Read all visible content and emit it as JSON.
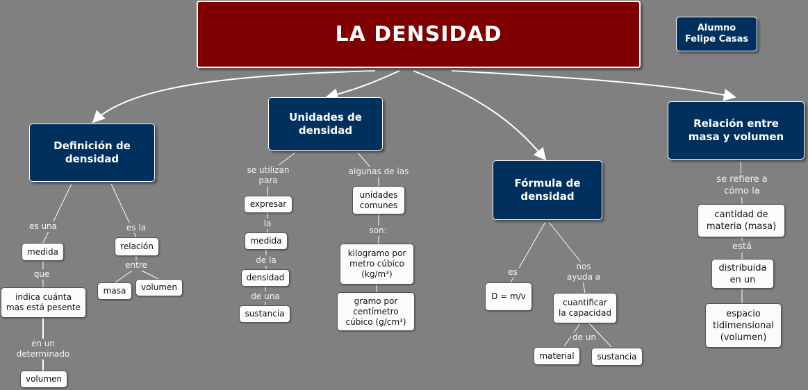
{
  "title": "LA DENSIDAD",
  "author": "Alumno\nFelipe Casas",
  "colors": {
    "background": "#808080",
    "title": "#7f0000",
    "concept": "#00305e",
    "leaf": "#fafbfd"
  },
  "concepts": {
    "definicion": "Definición de\ndensidad",
    "unidades": "Unidades de\ndensidad",
    "formula": "Fórmula de\ndensidad",
    "relacion": "Relación entre\nmasa y volumen"
  },
  "definicion": {
    "link_es_una": "es una",
    "medida": "medida",
    "link_que": "que",
    "indica": "indica cuánta\nmas está pesente",
    "link_en_un": "en un\ndeterminado",
    "volumen": "volumen",
    "link_es_la": "es la",
    "relacion": "relación",
    "link_entre": "entre",
    "masa": "masa",
    "volumen2": "volumen"
  },
  "unidades": {
    "link_se_utilizan": "se utilizan\npara",
    "expresar": "expresar",
    "link_la": "la",
    "medida": "medida",
    "link_de_la": "de la",
    "densidad": "densidad",
    "link_de_una": "de una",
    "sustancia": "sustancia",
    "link_algunas": "algunas de las",
    "unidades_comunes": "unidades\ncomunes",
    "link_son": "son:",
    "kg": "kilogramo por\nmetro cúbico\n(kg/m³)",
    "g": "gramo por\ncentímetro\ncúbico (g/cm³)"
  },
  "formula": {
    "link_es": "es",
    "equation": "D = m/v",
    "link_nos_ayuda": "nos\nayuda a",
    "cuantificar": "cuantificar\nla capacidad",
    "link_de_un": "de un",
    "material": "material",
    "sustancia": "sustancia"
  },
  "relacion": {
    "link_se_refiere": "se refiere a\ncómo la",
    "cantidad": "cantidad de\nmateria (masa)",
    "link_esta": "está",
    "distribuida": "distribuida\nen un",
    "espacio": "espacio\ntidimensional\n(volumen)"
  }
}
